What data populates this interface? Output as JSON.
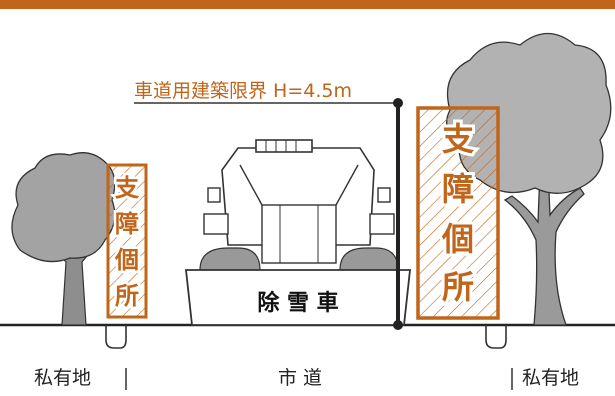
{
  "limit_label": "車道用建築限界 H=4.5m",
  "left_obstruction": [
    "支",
    "障",
    "個",
    "所"
  ],
  "right_obstruction": [
    "支",
    "障",
    "個",
    "所"
  ],
  "plow_label": "除 雪 車",
  "left_land": "私有地",
  "road": "市 道",
  "right_land": "私有地",
  "colors": {
    "accent": "#c0651a",
    "trunk_line": "#222222",
    "tree": "#9a9a9a",
    "outline": "#333333"
  }
}
